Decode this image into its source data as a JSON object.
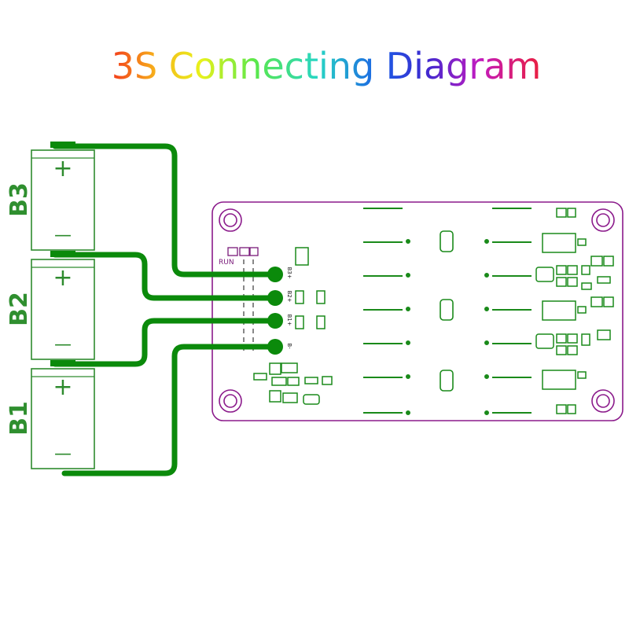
{
  "title": "3S Connecting Diagram",
  "colors": {
    "wire": "#0b8a0b",
    "cell_outline": "#2e8b2e",
    "pcb_outline": "#8b1a8b",
    "components": "#1a8a1a",
    "title_gradient": [
      "#f2231b",
      "#f7c21b",
      "#e8f21b",
      "#5be84a",
      "#27d6c4",
      "#1b6ee6",
      "#3b2ad0",
      "#a21bc8",
      "#e61b8c",
      "#f0202b"
    ]
  },
  "cells": [
    {
      "label": "B3",
      "plus": "+",
      "minus": "—"
    },
    {
      "label": "B2",
      "plus": "+",
      "minus": "—"
    },
    {
      "label": "B1",
      "plus": "+",
      "minus": "—"
    }
  ],
  "pcb": {
    "run_label": "RUN",
    "pads": [
      "B3+",
      "B2+",
      "B1+",
      "B-"
    ]
  }
}
